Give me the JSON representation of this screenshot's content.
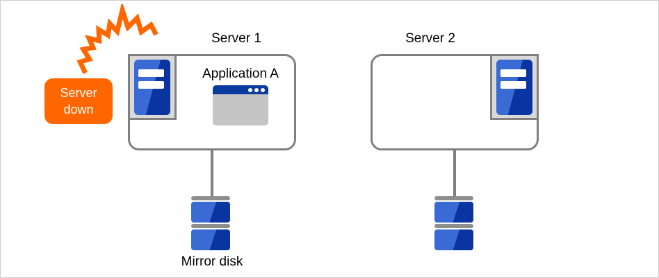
{
  "alert": {
    "line1": "Server",
    "line2": "down"
  },
  "server1": {
    "label": "Server 1",
    "application_label": "Application A",
    "disk_label": "Mirror disk"
  },
  "server2": {
    "label": "Server 2"
  },
  "colors": {
    "alert_orange": "#FF6600",
    "outline_gray": "#808080",
    "icon_panel_gray": "#D9D9D9",
    "window_title_navy": "#0A3A9E",
    "window_body_gray": "#C5C5C5",
    "server_blue_light": "#3A6BD4",
    "server_blue_dark": "#0A34A0",
    "disk_cap_gray": "#8E8E8E",
    "canvas_border_gray": "#CDCDCD"
  },
  "icons": {
    "crash": "lightning-crash-icon",
    "server_tower": "server-tower-icon",
    "application_window": "app-window-icon",
    "mirror_disk": "mirror-disk-icon"
  }
}
